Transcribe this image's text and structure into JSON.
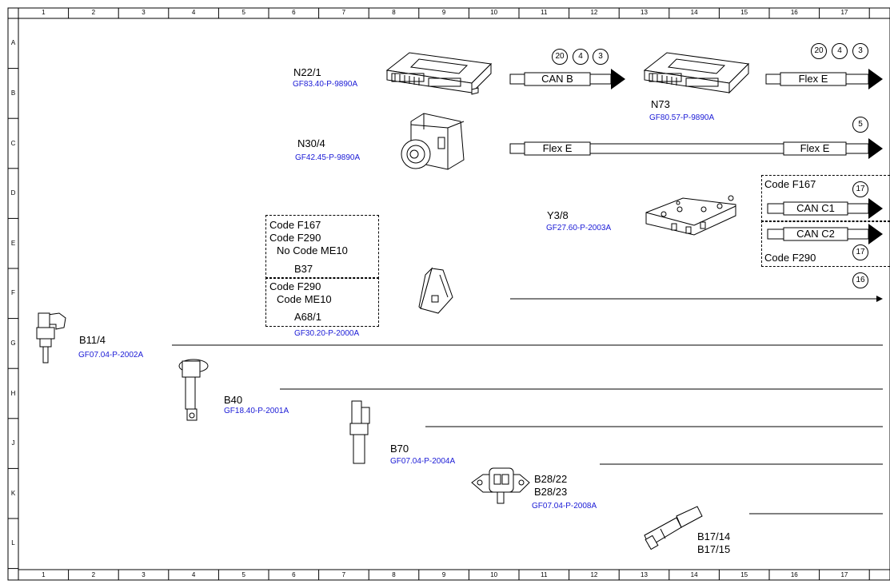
{
  "ruler": {
    "columns": [
      "1",
      "2",
      "3",
      "4",
      "5",
      "6",
      "7",
      "8",
      "9",
      "10",
      "11",
      "12",
      "13",
      "14",
      "15",
      "16",
      "17"
    ],
    "rows": [
      "A",
      "B",
      "C",
      "D",
      "E",
      "F",
      "G",
      "H",
      "J",
      "K",
      "L"
    ]
  },
  "components": {
    "n22_1": {
      "name": "N22/1",
      "ref": "GF83.40-P-9890A"
    },
    "n73": {
      "name": "N73",
      "ref": "GF80.57-P-9890A"
    },
    "n30_4": {
      "name": "N30/4",
      "ref": "GF42.45-P-9890A"
    },
    "y3_8": {
      "name": "Y3/8",
      "ref": "GF27.60-P-2003A"
    },
    "b37": {
      "name": "B37"
    },
    "a68_1": {
      "name": "A68/1",
      "ref": "GF30.20-P-2000A"
    },
    "b11_4": {
      "name": "B11/4",
      "ref": "GF07.04-P-2002A"
    },
    "b40": {
      "name": "B40",
      "ref": "GF18.40-P-2001A"
    },
    "b70": {
      "name": "B70",
      "ref": "GF07.04-P-2004A"
    },
    "b28": {
      "name1": "B28/22",
      "name2": "B28/23",
      "ref": "GF07.04-P-2008A"
    },
    "b17": {
      "name1": "B17/14",
      "name2": "B17/15"
    }
  },
  "codes": {
    "box1_line1": "Code F167",
    "box1_line2": "Code F290",
    "box1_line3": "No Code ME10",
    "box2_line1": "Code F290",
    "box2_line2": "Code ME10",
    "right_top": "Code F167",
    "right_bottom": "Code F290"
  },
  "buses": {
    "can_b": "CAN B",
    "flex_e_top": "Flex E",
    "flex_e_mid_left": "Flex E",
    "flex_e_mid_right": "Flex E",
    "can_c1": "CAN C1",
    "can_c2": "CAN C2"
  },
  "refs": {
    "r20a": "20",
    "r4a": "4",
    "r3a": "3",
    "r20b": "20",
    "r4b": "4",
    "r3b": "3",
    "r5": "5",
    "r17a": "17",
    "r17b": "17",
    "r16": "16"
  }
}
